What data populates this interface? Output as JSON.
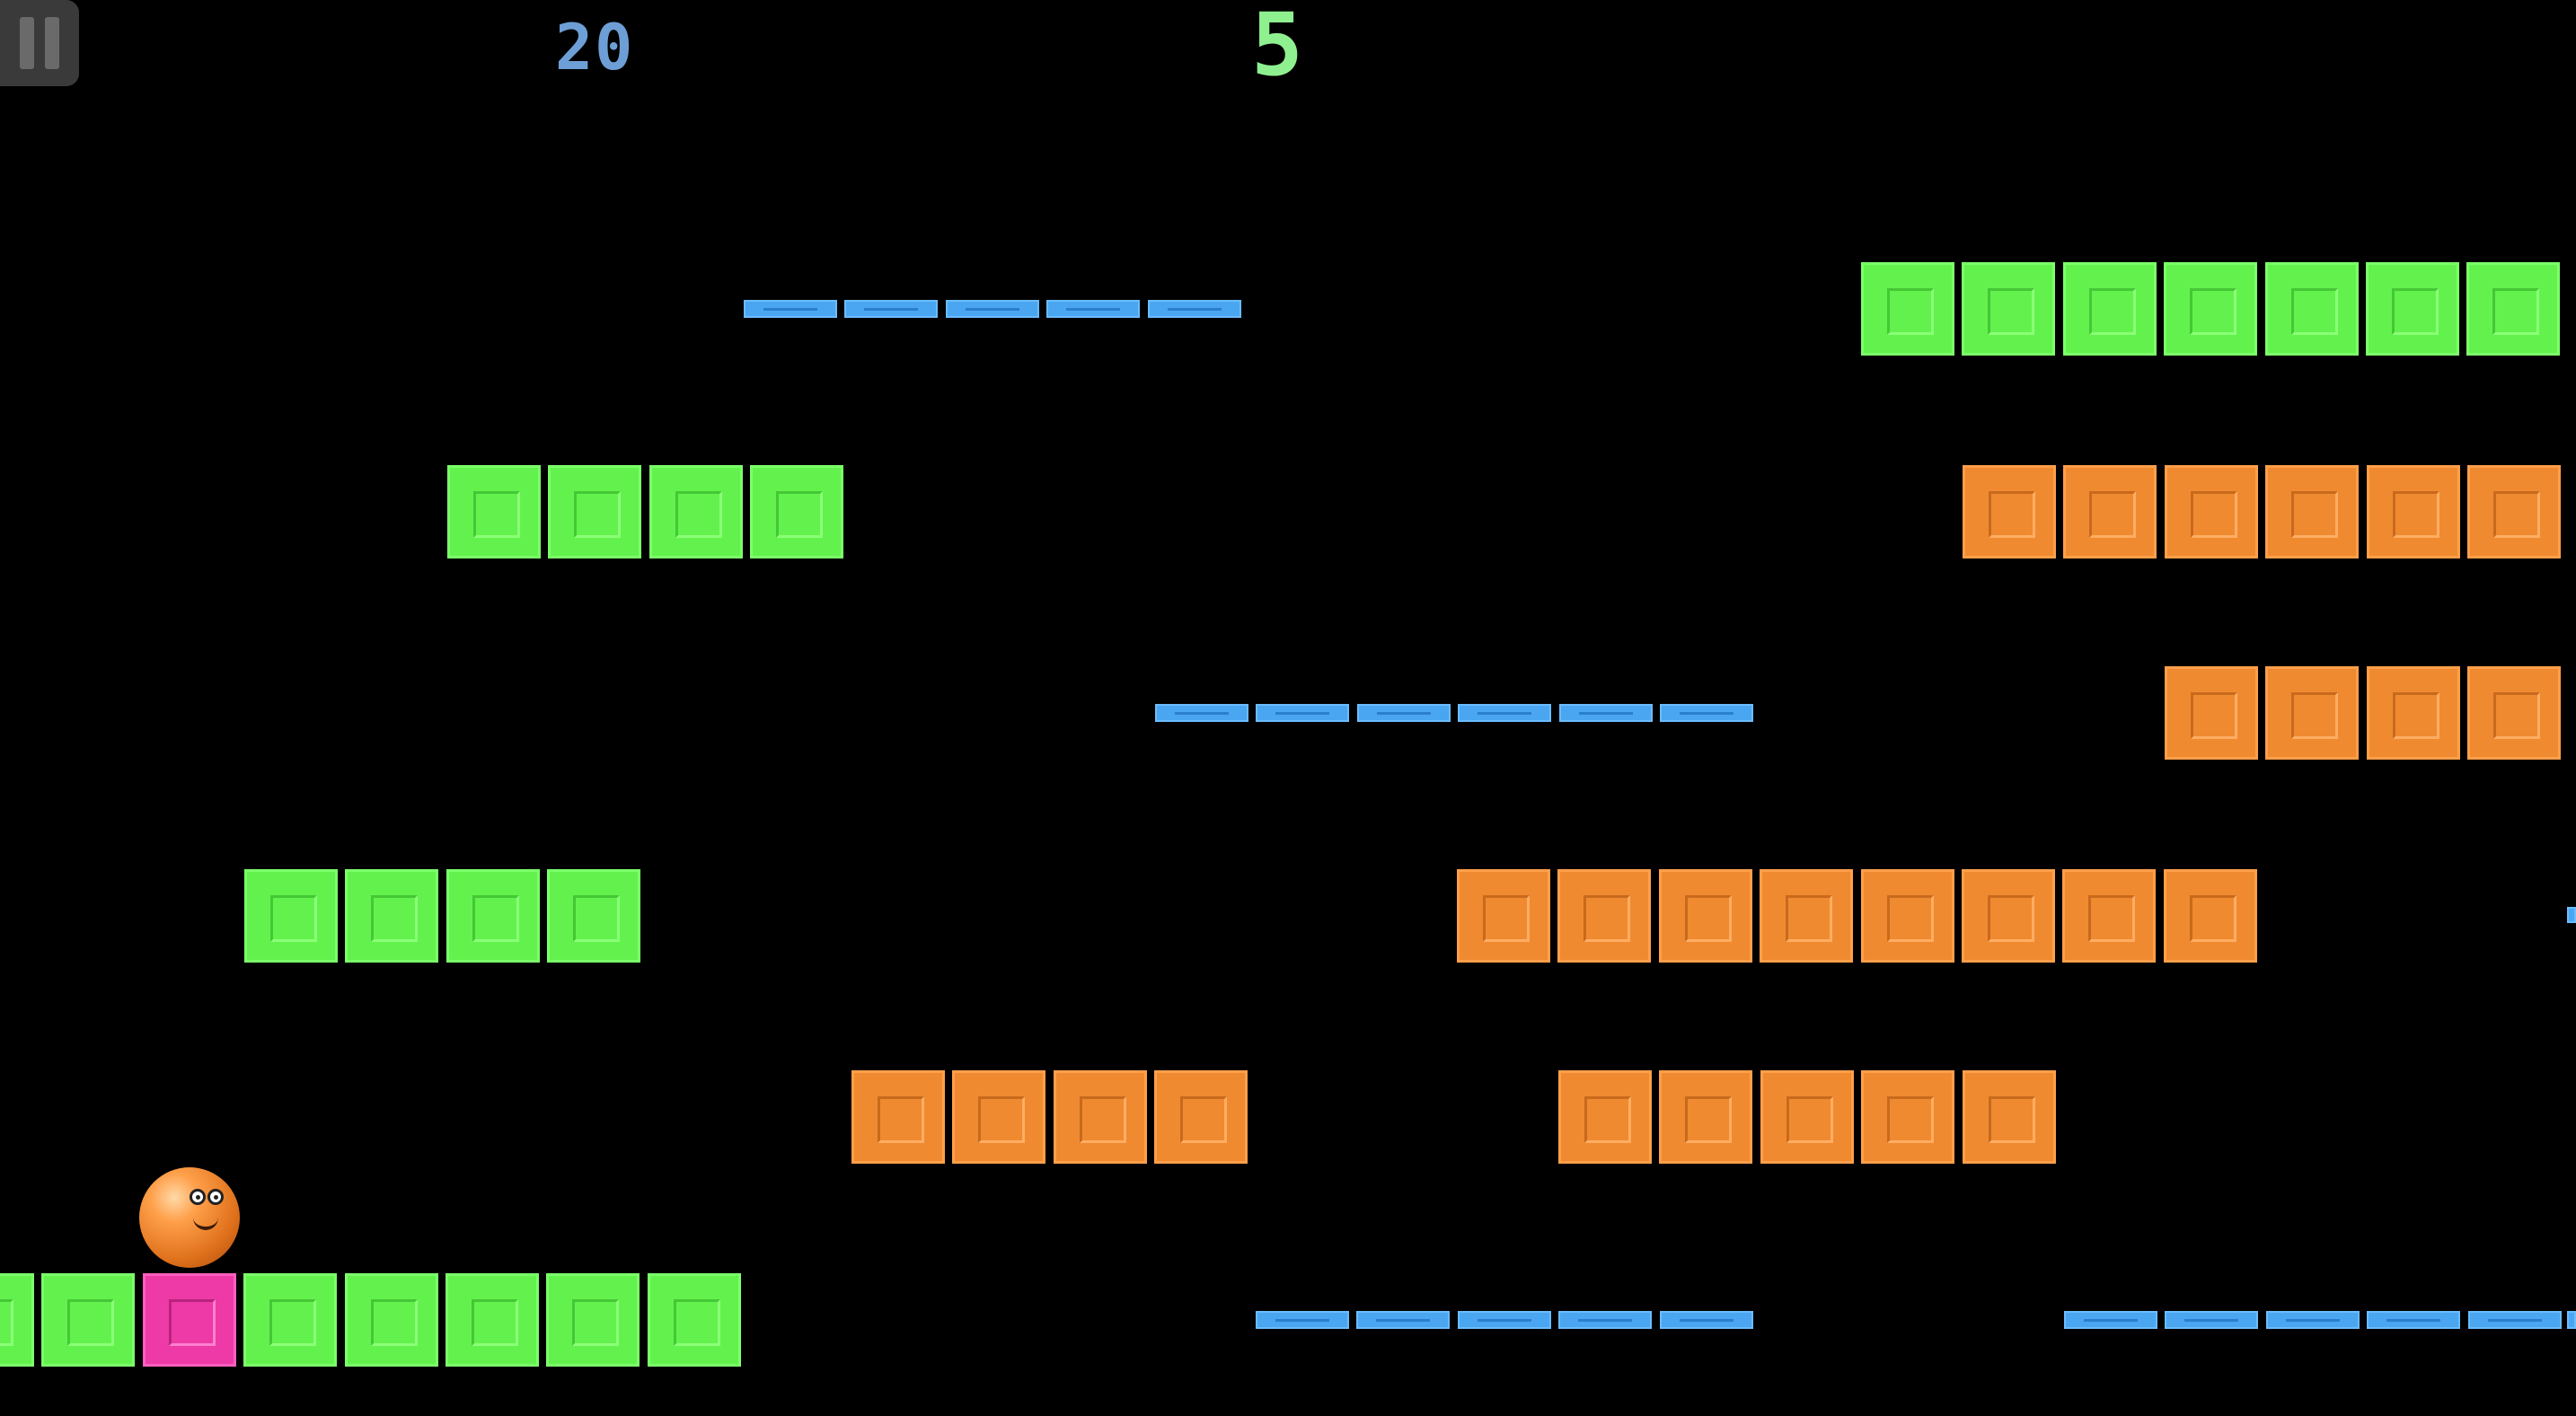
{
  "hud": {
    "score": "20",
    "level": "5",
    "pause_icon": "pause-icon"
  },
  "colors": {
    "green": "#63f24d",
    "orange": "#f08a30",
    "pink": "#ee3aa6",
    "blue": "#4aa6f0",
    "background": "#000000"
  },
  "player": {
    "type": "ball",
    "icon": "smiling-ball-icon"
  }
}
